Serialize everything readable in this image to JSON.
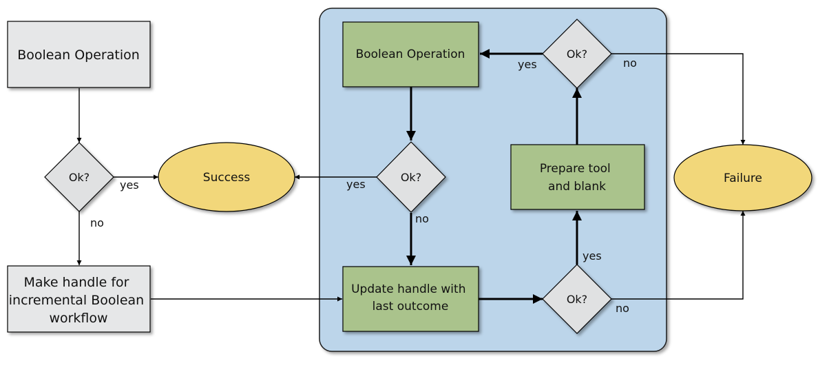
{
  "colors": {
    "container_fill": "#bcd5ea",
    "container_stroke": "#1a1a1a",
    "gray_box": "#e6e7e8",
    "green_box": "#aac38c",
    "diamond": "#e0e1e2",
    "ellipse": "#f2d77a",
    "line": "#000000"
  },
  "left": {
    "start_box": "Boolean Operation",
    "decision": "Ok?",
    "yes": "yes",
    "no": "no",
    "handle_box": [
      "Make handle for",
      "incremental Boolean",
      "workflow"
    ]
  },
  "outcomes": {
    "success": "Success",
    "failure": "Failure"
  },
  "loop": {
    "operation_box": "Boolean Operation",
    "decision_op": "Ok?",
    "decision_op_yes": "yes",
    "decision_op_no": "no",
    "update_box": [
      "Update handle with",
      "last outcome"
    ],
    "decision_update": "Ok?",
    "decision_update_yes": "yes",
    "decision_update_no": "no",
    "prepare_box": [
      "Prepare tool",
      "and blank"
    ],
    "decision_prepare": "Ok?",
    "decision_prepare_yes": "yes",
    "decision_prepare_no": "no"
  }
}
